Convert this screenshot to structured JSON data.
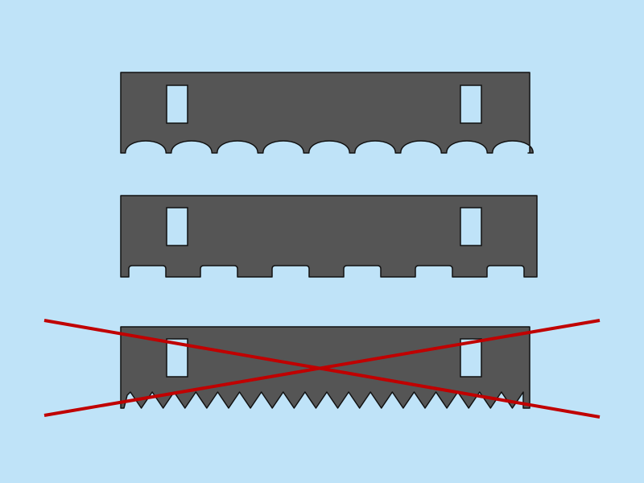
{
  "colors": {
    "background": "#bfe3f8",
    "blade": "#555555",
    "outline": "#111111",
    "slot": "#bfe3f8",
    "cross": "#c00000"
  },
  "blades": [
    {
      "name": "blade-scalloped",
      "edge_profile": "rounded-scallop",
      "teeth_count": 9,
      "crossed_out": false
    },
    {
      "name": "blade-notched",
      "edge_profile": "rounded-notch",
      "teeth_count": 6,
      "crossed_out": false
    },
    {
      "name": "blade-serrated",
      "edge_profile": "sharp-serration",
      "teeth_count": 18,
      "crossed_out": true
    }
  ]
}
